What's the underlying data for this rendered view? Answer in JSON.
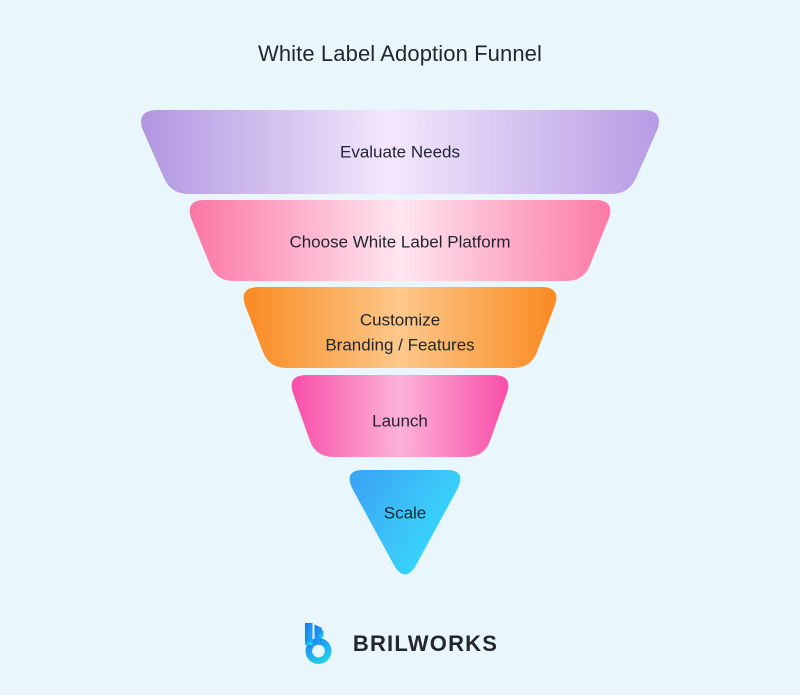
{
  "background_color": "#e9f6fc",
  "title": "White Label Adoption Funnel",
  "chart_data": {
    "type": "funnel",
    "title": "White Label Adoption Funnel",
    "orientation": "vertical-descending",
    "xlabel": "",
    "ylabel": "",
    "stages": [
      {
        "label": "Evaluate Needs",
        "lines": [
          "Evaluate Needs"
        ],
        "rank": 1,
        "top_width": 525,
        "bottom_width": 456,
        "relative_width": 1.0,
        "color_start": "#b69ae2",
        "color_mid": "#f0e2fb",
        "color_end": "#b49ae2"
      },
      {
        "label": "Choose White Label Platform",
        "lines": [
          "Choose White Label Platform"
        ],
        "rank": 2,
        "top_width": 428,
        "bottom_width": 358,
        "relative_width": 0.815,
        "color_start": "#fc7ba8",
        "color_mid": "#fde3ec",
        "color_end": "#fb7ba7"
      },
      {
        "label": "Customize Branding / Features",
        "lines": [
          "Customize",
          "Branding / Features"
        ],
        "rank": 3,
        "top_width": 318,
        "bottom_width": 248,
        "relative_width": 0.606,
        "color_start": "#f98a22",
        "color_mid": "#fcc98c",
        "color_end": "#f98a22"
      },
      {
        "label": "Launch",
        "lines": [
          "Launch"
        ],
        "rank": 4,
        "top_width": 222,
        "bottom_width": 152,
        "relative_width": 0.423,
        "color_start": "#f952ab",
        "color_mid": "#fcaed5",
        "color_end": "#f952ab"
      },
      {
        "label": "Scale",
        "lines": [
          "Scale"
        ],
        "rank": 5,
        "top_width": 114,
        "bottom_width": 0,
        "relative_width": 0.217,
        "color_start": "#39a8f5",
        "color_mid": "#3ec6f7",
        "color_end": "#2ce0fc"
      }
    ]
  },
  "logo": {
    "mark_name": "brilworks-b-mark",
    "wordmark": "BRILWORKS",
    "gradient_start": "#1a7ef0",
    "gradient_end": "#22dbe0"
  }
}
